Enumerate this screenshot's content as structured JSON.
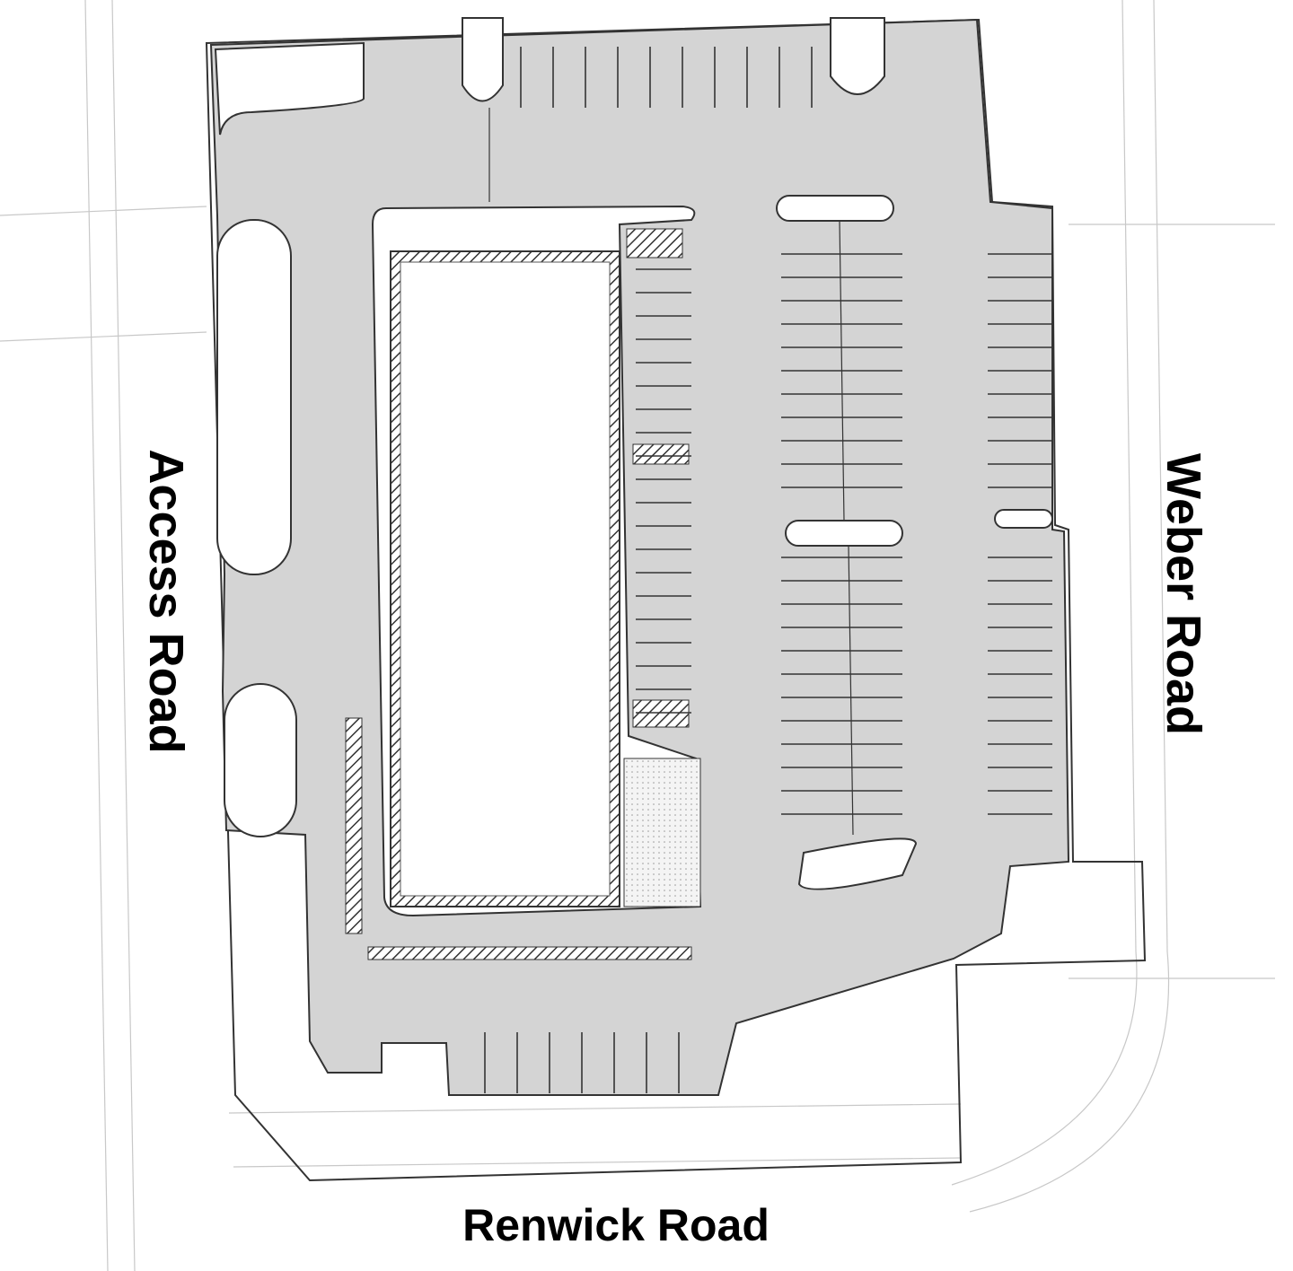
{
  "roads": {
    "west": "Access Road",
    "east": "Weber Road",
    "south": "Renwick Road"
  },
  "colors": {
    "pavement": "#d4d4d4",
    "linework": "#333333",
    "faint_linework": "#bdbdbd",
    "background": "#ffffff"
  }
}
